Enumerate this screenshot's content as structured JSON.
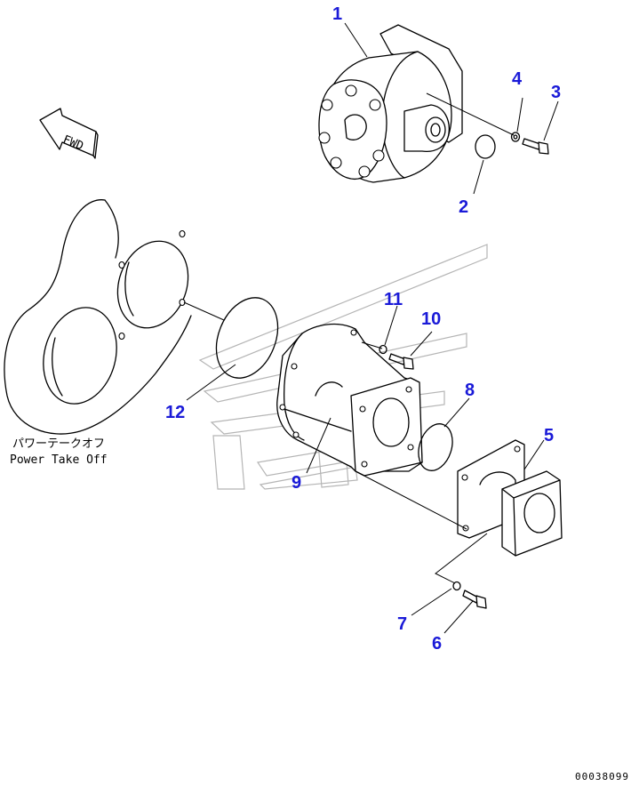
{
  "callouts": [
    {
      "id": "1",
      "label": "1"
    },
    {
      "id": "2",
      "label": "2"
    },
    {
      "id": "3",
      "label": "3"
    },
    {
      "id": "4",
      "label": "4"
    },
    {
      "id": "5",
      "label": "5"
    },
    {
      "id": "6",
      "label": "6"
    },
    {
      "id": "7",
      "label": "7"
    },
    {
      "id": "8",
      "label": "8"
    },
    {
      "id": "9",
      "label": "9"
    },
    {
      "id": "10",
      "label": "10"
    },
    {
      "id": "11",
      "label": "11"
    },
    {
      "id": "12",
      "label": "12"
    }
  ],
  "caption": {
    "japanese": "パワーテークオフ",
    "english": "Power Take Off"
  },
  "fwd_label": "FWD",
  "drawing_id": "00038099",
  "colors": {
    "callout": "#1a1ad8",
    "line": "#000000",
    "watermark": "#b5b5b5"
  }
}
